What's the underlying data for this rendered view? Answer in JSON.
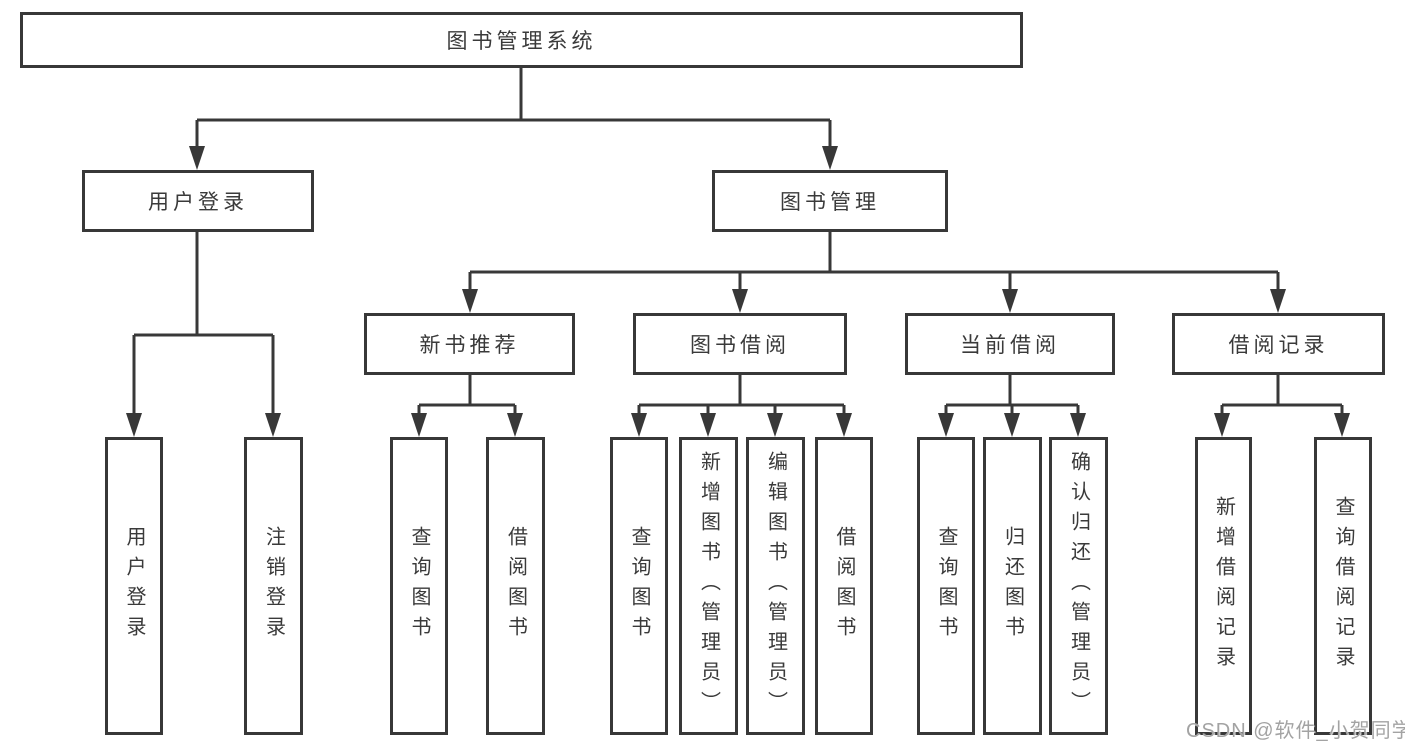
{
  "tree": {
    "root": "图书管理系统",
    "branches": [
      {
        "label": "用户登录",
        "children": [
          "用户登录",
          "注销登录"
        ]
      },
      {
        "label": "图书管理",
        "children": [
          {
            "label": "新书推荐",
            "children": [
              "查询图书",
              "借阅图书"
            ]
          },
          {
            "label": "图书借阅",
            "children": [
              "查询图书",
              "新增图书（管理员）",
              "编辑图书（管理员）",
              "借阅图书"
            ]
          },
          {
            "label": "当前借阅",
            "children": [
              "查询图书",
              "归还图书",
              "确认归还（管理员）"
            ]
          },
          {
            "label": "借阅记录",
            "children": [
              "新增借阅记录",
              "查询借阅记录"
            ]
          }
        ]
      }
    ]
  },
  "watermark": "CSDN @软件_小贺同学",
  "colors": {
    "line": "#383838",
    "box_border": "#383838",
    "text": "#3a3a3a",
    "background": "#ffffff",
    "watermark": "#a3a3a3"
  }
}
